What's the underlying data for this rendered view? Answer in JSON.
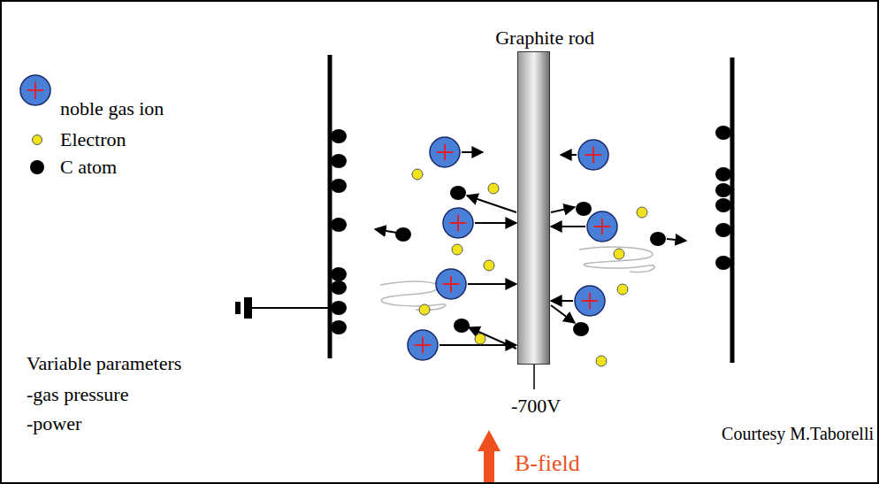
{
  "diagram": {
    "nodes": [
      {
        "text": [
          "Graphite rod"
        ]
      }
    ],
    "labels": [
      "Variable parameters",
      "-gas pressure",
      "-power",
      "-700V",
      "B-field",
      "Courtesy M.Taborelli"
    ],
    "legend": [
      {
        "text": "noble gas ion"
      },
      {
        "text": "Electron",
        "color": "#f2e21a"
      },
      {
        "text": "C atom",
        "color": "#000000"
      }
    ]
  }
}
